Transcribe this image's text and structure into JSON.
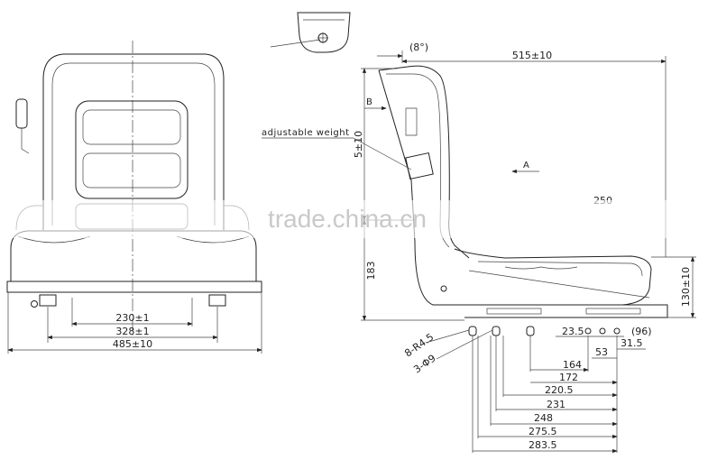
{
  "front_view": {
    "dims": [
      "230±1",
      "328±1",
      "485±10"
    ]
  },
  "side_view": {
    "angle": "(8°)",
    "width_dim": "515±10",
    "label_b": "B",
    "label_a": "A",
    "adjustable_weight": "adjustable weight",
    "height_dim": "5±10",
    "base_height": "183",
    "right_height": "130±10",
    "partial_number": "250"
  },
  "bottom_dims": {
    "hole_spec_1": "8-R4.5",
    "hole_spec_2": "3-Φ9",
    "right_values": [
      "23.5",
      "(96)",
      "53",
      "31.5"
    ],
    "stack": [
      "164",
      "172",
      "220.5",
      "231",
      "248",
      "275.5",
      "283.5"
    ]
  },
  "watermark": "trade.china.cn"
}
